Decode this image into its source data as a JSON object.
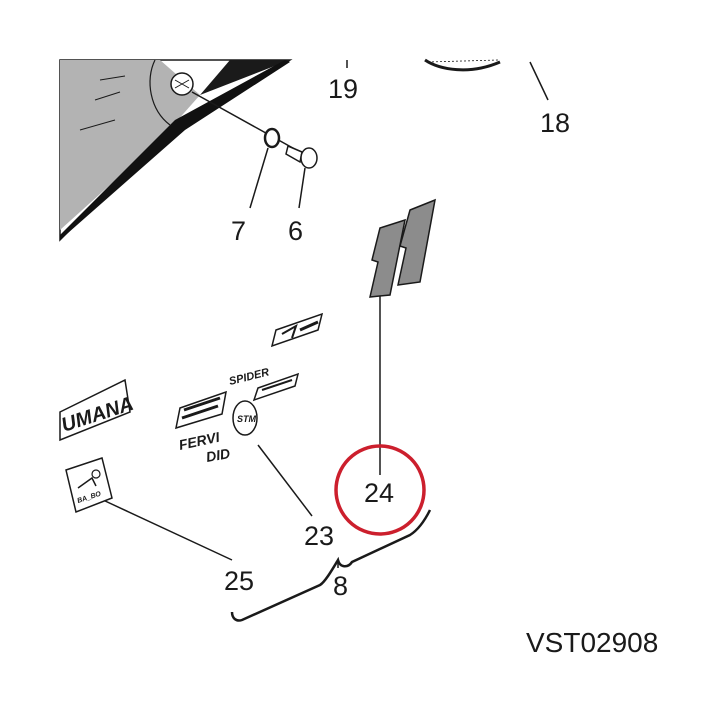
{
  "diagram": {
    "reference_code": "VST02908",
    "callouts": [
      {
        "id": "c19",
        "label": "19"
      },
      {
        "id": "c18",
        "label": "18"
      },
      {
        "id": "c7",
        "label": "7"
      },
      {
        "id": "c6",
        "label": "6"
      },
      {
        "id": "c24",
        "label": "24"
      },
      {
        "id": "c23",
        "label": "23"
      },
      {
        "id": "c25",
        "label": "25"
      },
      {
        "id": "c8",
        "label": "8"
      }
    ],
    "decals": {
      "number_decal": "11",
      "brand_decal": "UMANA",
      "fervi": "FERVI",
      "did": "DID",
      "spider": "SPIDER",
      "stm": "STM",
      "ba_bo": "BA_BO"
    },
    "highlight_color": "#cc1f2d",
    "decal_gray": "#8c8c8c",
    "fairing_gray": "#b3b3b3"
  }
}
